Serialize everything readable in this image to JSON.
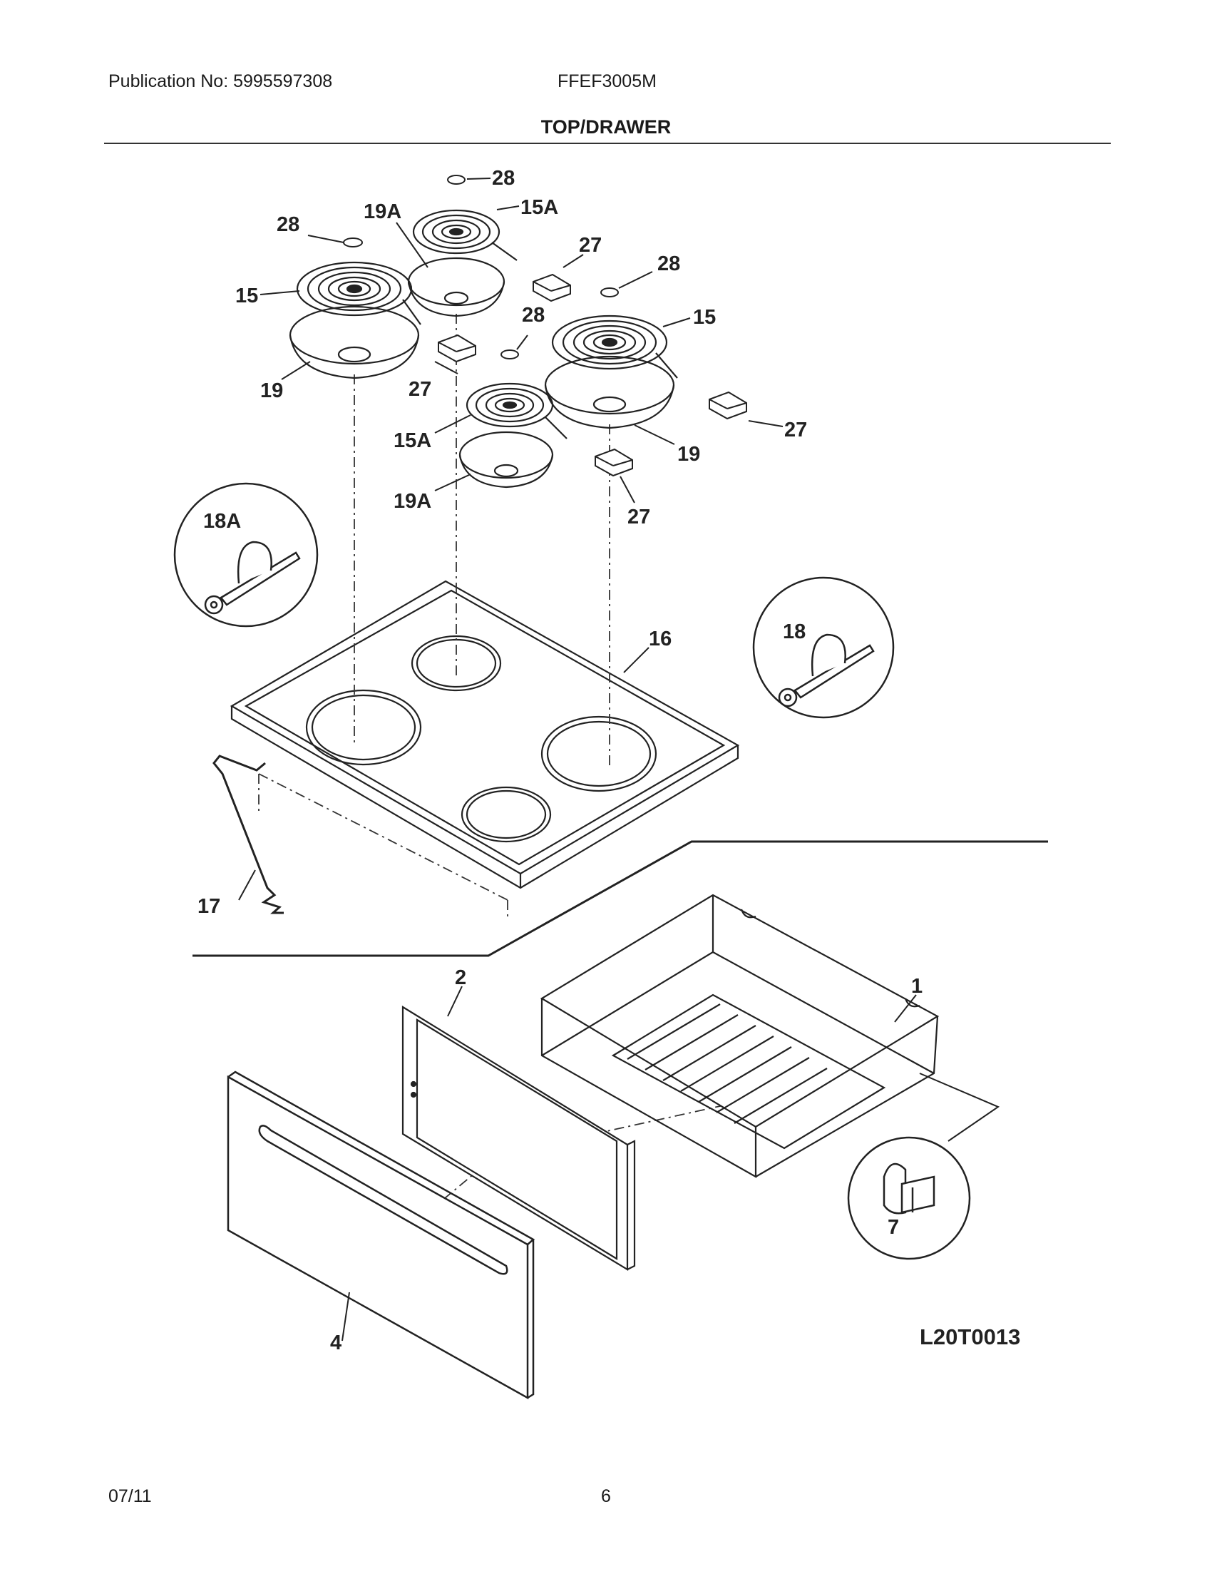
{
  "header": {
    "publication": "Publication No: 5995597308",
    "model": "FFEF3005M",
    "title": "TOP/DRAWER"
  },
  "diagram": {
    "callouts": {
      "c28_top": "28",
      "c15A_top": "15A",
      "c19A_top": "19A",
      "c28_left": "28",
      "c27_top": "27",
      "c28_right": "28",
      "c15_left": "15",
      "c15_right": "15",
      "c28_mid": "28",
      "c19_left": "19",
      "c27_left": "27",
      "c15A_bottom": "15A",
      "c27_right": "27",
      "c19_right": "19",
      "c19A_bottom": "19A",
      "c27_bottom": "27",
      "c18A": "18A",
      "c16": "16",
      "c18": "18",
      "c17": "17",
      "c2": "2",
      "c1": "1",
      "c7": "7",
      "c4": "4"
    },
    "drawing_code": "L20T0013"
  },
  "footer": {
    "date": "07/11",
    "page": "6"
  }
}
